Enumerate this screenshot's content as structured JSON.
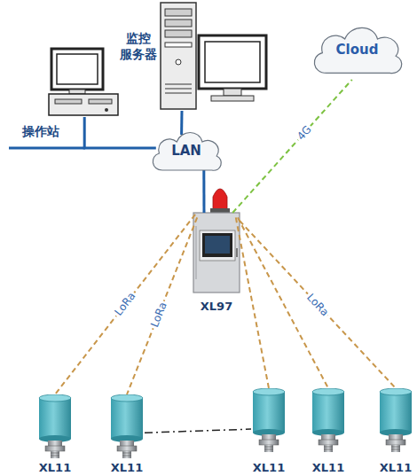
{
  "diagram": {
    "nodes": [
      {
        "text": [
          "监控 服务器"
        ]
      },
      {
        "text": [
          "Cloud"
        ]
      },
      {
        "text": [
          "操作站"
        ]
      },
      {
        "text": [
          "LAN"
        ]
      },
      {
        "text": [
          "XL97"
        ]
      },
      {
        "text": [
          "XL11"
        ]
      },
      {
        "text": [
          "XL11"
        ]
      },
      {
        "text": [
          "XL11"
        ]
      },
      {
        "text": [
          "XL11"
        ]
      },
      {
        "text": [
          "XL11"
        ]
      }
    ],
    "edges": [
      {
        "from": 0,
        "to": 3,
        "arrow": "none"
      },
      {
        "from": 2,
        "to": 3,
        "arrow": "none"
      },
      {
        "from": 3,
        "to": 4,
        "arrow": "none"
      },
      {
        "from": 4,
        "to": 1,
        "label": "4G",
        "arrow": "none"
      },
      {
        "from": 4,
        "to": 5,
        "label": "LoRa",
        "arrow": "none"
      },
      {
        "from": 4,
        "to": 6,
        "label": "LoRa",
        "arrow": "none"
      },
      {
        "from": 4,
        "to": 7,
        "arrow": "none"
      },
      {
        "from": 4,
        "to": 8,
        "arrow": "none"
      },
      {
        "from": 4,
        "to": 9,
        "label": "LoRa",
        "arrow": "none"
      },
      {
        "from": 6,
        "to": 7,
        "arrow": "none"
      }
    ]
  }
}
